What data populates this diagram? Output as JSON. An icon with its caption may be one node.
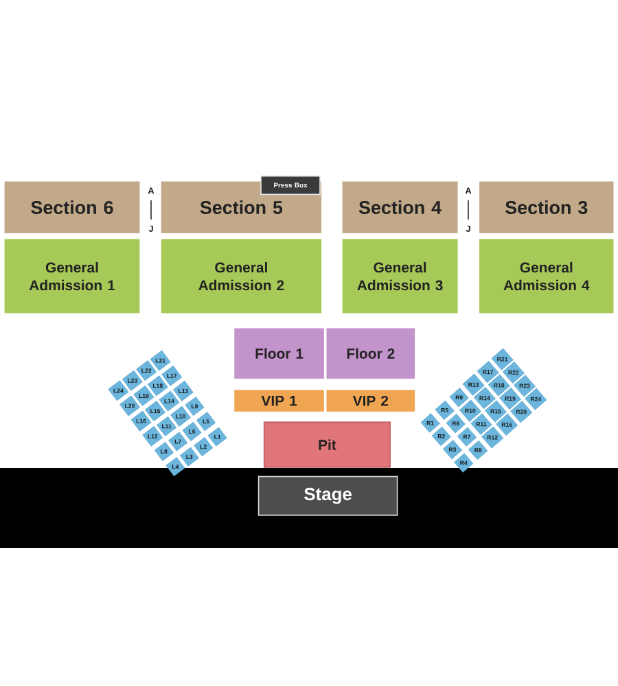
{
  "diagram": {
    "nodes": [
      {
        "text": [
          "Section 6"
        ]
      },
      {
        "text": [
          "Section 5"
        ]
      },
      {
        "text": [
          "Press Box"
        ]
      },
      {
        "text": [
          "Section 4"
        ]
      },
      {
        "text": [
          "Section 3"
        ]
      },
      {
        "text": [
          "General Admission 1"
        ]
      },
      {
        "text": [
          "General Admission 2"
        ]
      },
      {
        "text": [
          "General Admission 3"
        ]
      },
      {
        "text": [
          "General Admission 4"
        ]
      },
      {
        "text": [
          "Floor 1"
        ]
      },
      {
        "text": [
          "Floor 2"
        ]
      },
      {
        "text": [
          "VIP 1"
        ]
      },
      {
        "text": [
          "VIP 2"
        ]
      },
      {
        "text": [
          "Pit"
        ]
      },
      {
        "text": [
          "Stage"
        ]
      },
      {
        "text": [
          "L1"
        ]
      },
      {
        "text": [
          "L2"
        ]
      },
      {
        "text": [
          "L3"
        ]
      },
      {
        "text": [
          "L4"
        ]
      },
      {
        "text": [
          "L5"
        ]
      },
      {
        "text": [
          "L6"
        ]
      },
      {
        "text": [
          "L7"
        ]
      },
      {
        "text": [
          "L8"
        ]
      },
      {
        "text": [
          "L9"
        ]
      },
      {
        "text": [
          "L10"
        ]
      },
      {
        "text": [
          "L11"
        ]
      },
      {
        "text": [
          "L12"
        ]
      },
      {
        "text": [
          "L13"
        ]
      },
      {
        "text": [
          "L14"
        ]
      },
      {
        "text": [
          "L15"
        ]
      },
      {
        "text": [
          "L16"
        ]
      },
      {
        "text": [
          "L17"
        ]
      },
      {
        "text": [
          "L18"
        ]
      },
      {
        "text": [
          "L19"
        ]
      },
      {
        "text": [
          "L20"
        ]
      },
      {
        "text": [
          "L21"
        ]
      },
      {
        "text": [
          "L22"
        ]
      },
      {
        "text": [
          "L23"
        ]
      },
      {
        "text": [
          "L24"
        ]
      },
      {
        "text": [
          "R1"
        ]
      },
      {
        "text": [
          "R2"
        ]
      },
      {
        "text": [
          "R3"
        ]
      },
      {
        "text": [
          "R4"
        ]
      },
      {
        "text": [
          "R5"
        ]
      },
      {
        "text": [
          "R6"
        ]
      },
      {
        "text": [
          "R7"
        ]
      },
      {
        "text": [
          "R8"
        ]
      },
      {
        "text": [
          "R9"
        ]
      },
      {
        "text": [
          "R10"
        ]
      },
      {
        "text": [
          "R11"
        ]
      },
      {
        "text": [
          "R12"
        ]
      },
      {
        "text": [
          "R13"
        ]
      },
      {
        "text": [
          "R14"
        ]
      },
      {
        "text": [
          "R15"
        ]
      },
      {
        "text": [
          "R16"
        ]
      },
      {
        "text": [
          "R17"
        ]
      },
      {
        "text": [
          "R18"
        ]
      },
      {
        "text": [
          "R19"
        ]
      },
      {
        "text": [
          "R20"
        ]
      },
      {
        "text": [
          "R21"
        ]
      },
      {
        "text": [
          "R22"
        ]
      },
      {
        "text": [
          "R23"
        ]
      },
      {
        "text": [
          "R24"
        ]
      }
    ],
    "labels": [
      "A",
      "J",
      "A",
      "J"
    ]
  }
}
